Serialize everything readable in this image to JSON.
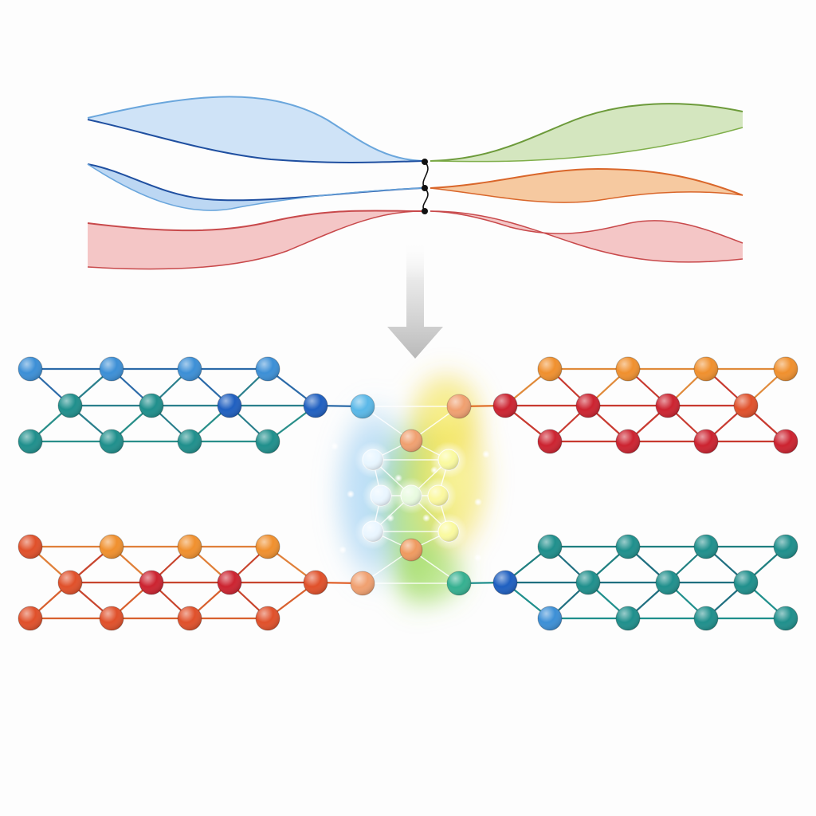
{
  "diagram": {
    "title": "",
    "colors": {
      "background": "#fdfdfd",
      "blue_fill": "#cfe3f7",
      "blue_stroke": "#1f4fa0",
      "blue_stroke_light": "#6aa6dc",
      "green_fill": "#d4e6bf",
      "green_stroke": "#6c9a3a",
      "orange_fill": "#f6c9a0",
      "orange_stroke": "#d9662a",
      "red_fill": "#f4c6c6",
      "red_stroke": "#c8494b",
      "junction": "#111111",
      "arrow": "#c9c9c9",
      "teal_node": "#1f8f8c",
      "blue_node": "#3c8fd6",
      "dark_blue_node": "#1f5fc0",
      "orange_node": "#f0902e",
      "red_node": "#cc2330",
      "red_orange_node": "#e0502a",
      "glow_blue": "#8fc8f0",
      "glow_green": "#8fd44a",
      "glow_yellow": "#f0f03a"
    },
    "top_panel": {
      "ribbons": [
        {
          "name": "ribbon-blue-top",
          "fill": "blue_fill",
          "stroke": "blue_stroke"
        },
        {
          "name": "ribbon-blue-middle",
          "fill": "blue_fill",
          "stroke": "blue_stroke"
        },
        {
          "name": "ribbon-red-left",
          "fill": "red_fill",
          "stroke": "red_stroke"
        },
        {
          "name": "ribbon-green-right",
          "fill": "green_fill",
          "stroke": "green_stroke"
        },
        {
          "name": "ribbon-orange-right",
          "fill": "orange_fill",
          "stroke": "orange_stroke"
        },
        {
          "name": "ribbon-red-right",
          "fill": "red_fill",
          "stroke": "red_stroke"
        }
      ],
      "junction_points": 3
    },
    "arrow": {
      "direction": "down"
    },
    "lattices": [
      {
        "name": "lattice-top-left",
        "palette": "cool",
        "rows": 3
      },
      {
        "name": "lattice-top-right",
        "palette": "warm",
        "rows": 3
      },
      {
        "name": "lattice-bottom-left",
        "palette": "warm",
        "rows": 3
      },
      {
        "name": "lattice-bottom-right",
        "palette": "cool",
        "rows": 3
      }
    ],
    "fusion_region": {
      "name": "glowing-fusion-network"
    }
  }
}
